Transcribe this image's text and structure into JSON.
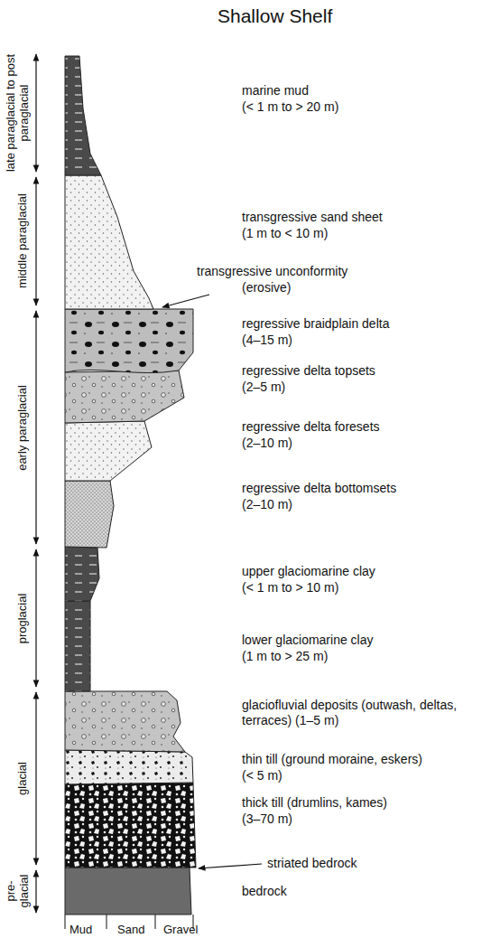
{
  "diagram": {
    "title": "Shallow Shelf",
    "labels": [
      "late paraglacial to post paraglacial",
      "middle paraglacial",
      "early paraglacial",
      "proglacial",
      "glacial",
      "pre-glacial",
      "marine mud",
      "(< 1 m to > 20 m)",
      "transgressive sand sheet",
      "(1 m to < 10 m)",
      "transgressive unconformity",
      "(erosive)",
      "regressive braidplain delta",
      "(4–15 m)",
      "regressive delta topsets",
      "(2–5 m)",
      "regressive delta foresets",
      "(2–10 m)",
      "regressive delta bottomsets",
      "(2–10 m)",
      "upper glaciomarine clay",
      "(< 1 m to > 10 m)",
      "lower glaciomarine clay",
      "(1 m to > 25 m)",
      "glaciofluvial deposits (outwash, deltas, terraces) (1–5 m)",
      "thin till (ground moraine, eskers)",
      "(< 5 m)",
      "thick till (drumlins, kames)",
      "(3–70 m)",
      "striated bedrock",
      "bedrock",
      "Mud",
      "Sand",
      "Gravel"
    ]
  }
}
